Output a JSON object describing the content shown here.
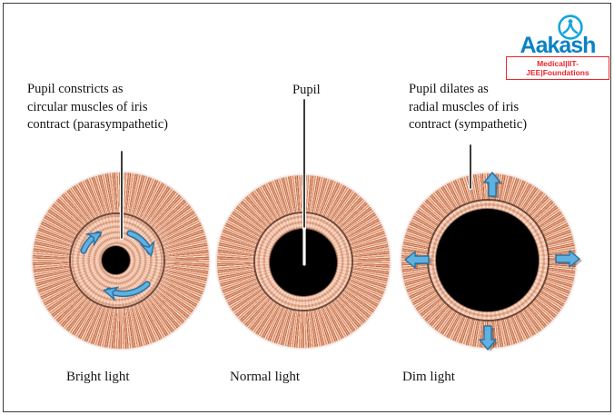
{
  "logo": {
    "brand": "Aakash",
    "tagline": "Medical|IIT-JEE|Foundations",
    "brand_color": "#0a82c6",
    "icon_color": "#14a5de",
    "tagline_color": "#e8262d"
  },
  "panels": [
    {
      "name": "bright-light",
      "annotation_lines": [
        "Pupil constricts as",
        "circular muscles of iris",
        "contract (parasympathetic)"
      ],
      "caption": "Bright light",
      "pupil_state": "constricted",
      "arrows": "circular arrows around pupil (clockwise)"
    },
    {
      "name": "normal-light",
      "annotation_lines": [
        "Pupil"
      ],
      "caption": "Normal light",
      "pupil_state": "normal",
      "arrows": "none"
    },
    {
      "name": "dim-light",
      "annotation_lines": [
        "Pupil dilates as",
        "radial muscles of iris",
        "contract (sympathetic)"
      ],
      "caption": "Dim light",
      "pupil_state": "dilated",
      "arrows": "four outward arrows (up, right, down, left)"
    }
  ],
  "colors": {
    "iris_base": "#e29a7c",
    "iris_dark": "#b96a4a",
    "iris_light": "#f8dcc9",
    "iris_ring": "#523024",
    "pupil": "#000000",
    "arrow_fill": "#5fb2e0",
    "arrow_stroke": "#2e6f9e",
    "leader_line": "#1a1a1a",
    "frame_border": "#3c3c3c"
  }
}
